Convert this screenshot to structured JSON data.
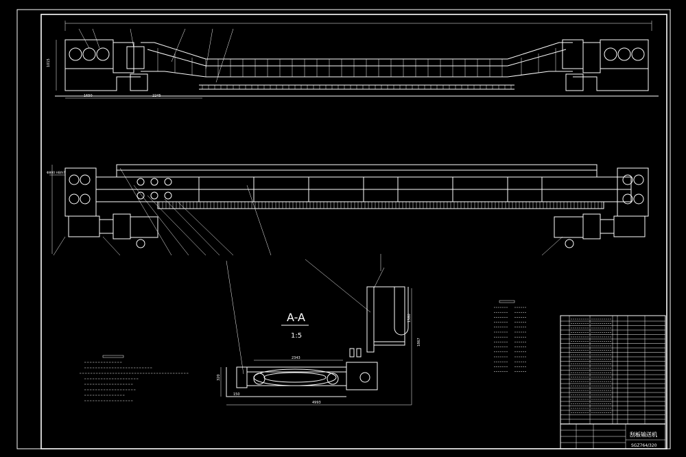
{
  "section": {
    "title": "A-A",
    "scale": "1:5"
  },
  "dimensions": {
    "elev_left_length": "1650",
    "elev_left_span": "2245",
    "elev_height": "1015",
    "aa_top_width": "2343",
    "aa_bottom_width": "4993",
    "aa_height_1": "1380",
    "aa_height_2": "1867",
    "aa_small_left": "320",
    "aa_small_bottom": "150",
    "plan_left_dia": "Φ800 H8/h7"
  },
  "title_block": {
    "drawing_name": "刮板输送机",
    "drawing_code": "SGZ764/320"
  },
  "colors": {
    "background": "#000000",
    "lines": "#ffffff"
  }
}
